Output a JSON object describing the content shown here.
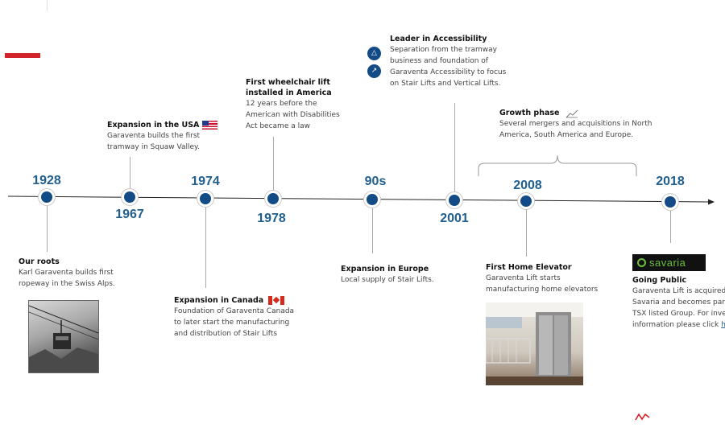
{
  "timeline": {
    "years": {
      "y1928": "1928",
      "y1967": "1967",
      "y1974": "1974",
      "y1978": "1978",
      "y90s": "90s",
      "y2001": "2001",
      "y2008": "2008",
      "y2018": "2018"
    }
  },
  "events": {
    "roots": {
      "title": "Our roots",
      "lines": [
        "Karl Garaventa builds first",
        "ropeway in the Swiss Alps."
      ]
    },
    "usa": {
      "title": "Expansion in the USA",
      "lines": [
        "Garaventa builds the first",
        "tramway in Squaw Valley."
      ]
    },
    "canada": {
      "title": "Expansion in Canada",
      "lines": [
        "Foundation  of Garaventa Canada",
        "to later start the  manufacturing",
        "and distribution  of Stair Lifts"
      ]
    },
    "wheelchair": {
      "title_lines": [
        "First wheelchair lift",
        "installed in America"
      ],
      "lines": [
        "12 years before the",
        "American with Disabilities",
        "Act became a law"
      ]
    },
    "europe": {
      "title": "Expansion in Europe",
      "lines": [
        "Local supply of Stair Lifts."
      ]
    },
    "leader": {
      "title": "Leader in Accessibility",
      "lines": [
        "Separation from the tramway",
        "business and foundation  of",
        "Garaventa Accessibility to focus",
        "on Stair Lifts and Vertical Lifts."
      ]
    },
    "growth": {
      "title": "Growth phase",
      "lines": [
        "Several mergers and acquisitions in North",
        "America, South America and Europe."
      ]
    },
    "home": {
      "title": "First Home Elevator",
      "lines": [
        "Garaventa Lift starts",
        "manufacturing  home elevators"
      ]
    },
    "public": {
      "logo_text": "savaria",
      "title": "Going Public",
      "lines": [
        "Garaventa Lift is acquired",
        "Savaria and becomes part",
        "TSX listed Group.  For inve"
      ],
      "last_line_text": "information  please click ",
      "link_text": "h"
    }
  },
  "colors": {
    "accent": "#134b86",
    "year": "#1f5e8e",
    "brand_red": "#d2232a",
    "savaria_green": "#6cbf3a"
  },
  "icons": {
    "growth": "trend-line-icon",
    "leader_1": "wheelchair-lift-icon",
    "leader_2": "stairs-icon",
    "corner": "brand-logo-icon"
  }
}
